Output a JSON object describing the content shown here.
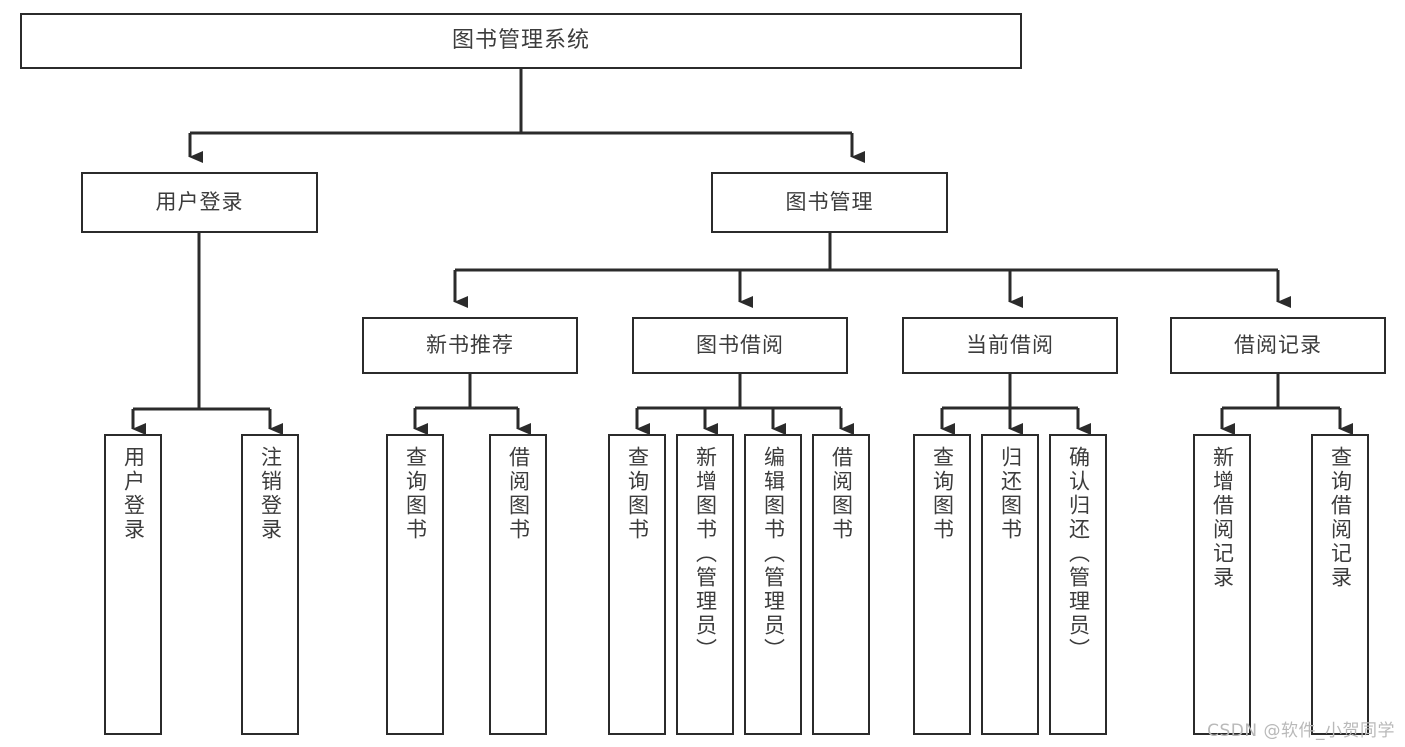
{
  "diagram": {
    "title": "图书管理系统",
    "type": "tree",
    "watermark": "CSDN @软件_小贺同学",
    "colors": {
      "box_border": "#2b2b2b",
      "box_fill": "#ffffff",
      "text": "#3c3c3c",
      "connector": "#2b2b2b",
      "background": "#ffffff",
      "watermark": "#b9b9b9"
    },
    "levels": {
      "root": {
        "label": "图书管理系统"
      },
      "level2": [
        {
          "id": "user-login",
          "label": "用户登录"
        },
        {
          "id": "book-manage",
          "label": "图书管理"
        }
      ],
      "level3": [
        {
          "id": "new-book-recommend",
          "label": "新书推荐",
          "parent": "book-manage"
        },
        {
          "id": "book-borrow",
          "label": "图书借阅",
          "parent": "book-manage"
        },
        {
          "id": "current-borrow",
          "label": "当前借阅",
          "parent": "book-manage"
        },
        {
          "id": "borrow-record",
          "label": "借阅记录",
          "parent": "book-manage"
        }
      ],
      "leaves": [
        {
          "id": "leaf-user-login",
          "label": "用户登录",
          "parent": "user-login"
        },
        {
          "id": "leaf-user-logout",
          "label": "注销登录",
          "parent": "user-login"
        },
        {
          "id": "leaf-query-book-1",
          "label": "查询图书",
          "parent": "new-book-recommend"
        },
        {
          "id": "leaf-borrow-book-1",
          "label": "借阅图书",
          "parent": "new-book-recommend"
        },
        {
          "id": "leaf-query-book-2",
          "label": "查询图书",
          "parent": "book-borrow"
        },
        {
          "id": "leaf-add-book",
          "label": "新增图书（管理员）",
          "parent": "book-borrow"
        },
        {
          "id": "leaf-edit-book",
          "label": "编辑图书（管理员）",
          "parent": "book-borrow"
        },
        {
          "id": "leaf-borrow-book-2",
          "label": "借阅图书",
          "parent": "book-borrow"
        },
        {
          "id": "leaf-query-book-3",
          "label": "查询图书",
          "parent": "current-borrow"
        },
        {
          "id": "leaf-return-book",
          "label": "归还图书",
          "parent": "current-borrow"
        },
        {
          "id": "leaf-confirm-return",
          "label": "确认归还（管理员）",
          "parent": "current-borrow"
        },
        {
          "id": "leaf-add-record",
          "label": "新增借阅记录",
          "parent": "borrow-record"
        },
        {
          "id": "leaf-query-record",
          "label": "查询借阅记录",
          "parent": "borrow-record"
        }
      ]
    }
  }
}
